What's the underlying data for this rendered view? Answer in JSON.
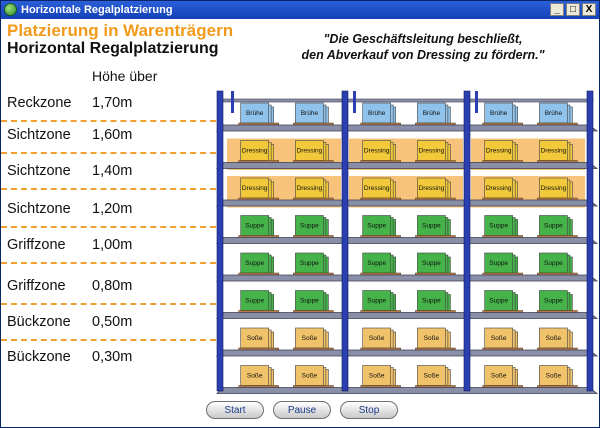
{
  "window": {
    "title": "Horizontale Regalplatzierung",
    "minimize_glyph": "_",
    "maximize_glyph": "□",
    "close_glyph": "X"
  },
  "header": {
    "title_line1": "Platzierung in Warenträgern",
    "title_line2": "Horizontal Regalplatzierung",
    "quote_line1": "\"Die Geschäftsleitung beschließt,",
    "quote_line2": "den Abverkauf von Dressing zu fördern.\""
  },
  "table": {
    "height_header": "Höhe über",
    "zones": [
      {
        "name": "Reckzone",
        "height": "1,70m"
      },
      {
        "name": "Sichtzone",
        "height": "1,60m"
      },
      {
        "name": "Sichtzone",
        "height": "1,40m"
      },
      {
        "name": "Sichtzone",
        "height": "1,20m"
      },
      {
        "name": "Griffzone",
        "height": "1,00m"
      },
      {
        "name": "Griffzone",
        "height": "0,80m"
      },
      {
        "name": "Bückzone",
        "height": "0,50m"
      },
      {
        "name": "Bückzone",
        "height": "0,30m"
      }
    ]
  },
  "shelf": {
    "products": [
      {
        "label": "Brühe",
        "color": "#8fc3ec",
        "highlight": false
      },
      {
        "label": "Dressing",
        "color": "#f2c93a",
        "highlight": true
      },
      {
        "label": "Dressing",
        "color": "#f2c93a",
        "highlight": true
      },
      {
        "label": "Suppe",
        "color": "#45b24a",
        "highlight": false
      },
      {
        "label": "Suppe",
        "color": "#45b24a",
        "highlight": false
      },
      {
        "label": "Suppe",
        "color": "#45b24a",
        "highlight": false
      },
      {
        "label": "Soße",
        "color": "#f0c26a",
        "highlight": false
      },
      {
        "label": "Soße",
        "color": "#f0c26a",
        "highlight": false
      }
    ],
    "post_color": "#2b3fb0",
    "board_color": "#8a8fa8",
    "highlight_color": "#f7c27a"
  },
  "controls": {
    "start": "Start",
    "pause": "Pause",
    "stop": "Stop"
  }
}
